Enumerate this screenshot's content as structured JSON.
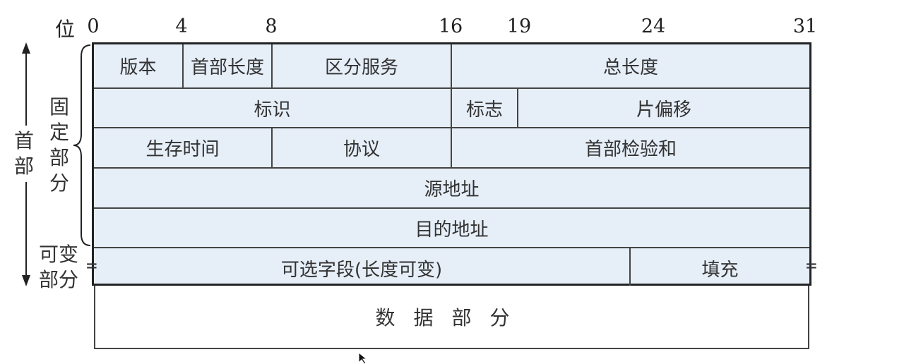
{
  "bit_axis": {
    "prefix": "位",
    "ticks": [
      "0",
      "4",
      "8",
      "16",
      "19",
      "24",
      "31"
    ]
  },
  "rows": [
    {
      "fields": [
        {
          "label": "版本",
          "start": 0,
          "end": 4
        },
        {
          "label": "首部长度",
          "start": 4,
          "end": 8
        },
        {
          "label": "区分服务",
          "start": 8,
          "end": 16
        },
        {
          "label": "总长度",
          "start": 16,
          "end": 32
        }
      ]
    },
    {
      "fields": [
        {
          "label": "标识",
          "start": 0,
          "end": 16
        },
        {
          "label": "标志",
          "start": 16,
          "end": 19
        },
        {
          "label": "片偏移",
          "start": 19,
          "end": 32
        }
      ]
    },
    {
      "fields": [
        {
          "label": "生存时间",
          "start": 0,
          "end": 8
        },
        {
          "label": "协议",
          "start": 8,
          "end": 16
        },
        {
          "label": "首部检验和",
          "start": 16,
          "end": 32
        }
      ]
    },
    {
      "fields": [
        {
          "label": "源地址",
          "start": 0,
          "end": 32
        }
      ]
    },
    {
      "fields": [
        {
          "label": "目的地址",
          "start": 0,
          "end": 32
        }
      ]
    },
    {
      "fields": [
        {
          "label": "可选字段(长度可变)",
          "start": 0,
          "end": 24
        },
        {
          "label": "填充",
          "start": 24,
          "end": 32
        }
      ]
    }
  ],
  "data_part": "数据部分",
  "side_labels": {
    "header": "首部",
    "fixed_part": "固定部分",
    "variable_part_line1": "可变",
    "variable_part_line2": "部分"
  },
  "colors": {
    "header_fill": "#e6eef8",
    "border": "#222222"
  }
}
